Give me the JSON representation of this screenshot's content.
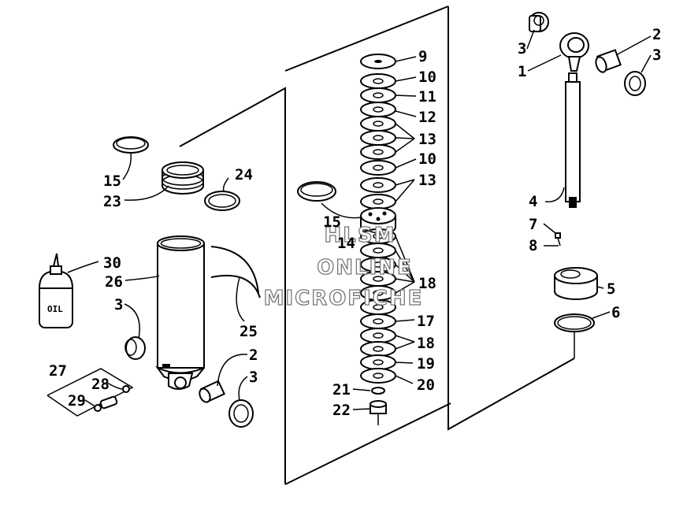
{
  "callouts": {
    "c9": "9",
    "c10a": "10",
    "c11": "11",
    "c12": "12",
    "c13a": "13",
    "c10b": "10",
    "c13b": "13",
    "c15m": "15",
    "c14": "14",
    "c18": "18",
    "c17": "17",
    "c18b": "18",
    "c19": "19",
    "c20": "20",
    "c21": "21",
    "c22": "22",
    "c15l": "15",
    "c23": "23",
    "c24": "24",
    "c30": "30",
    "c26": "26",
    "c3l": "3",
    "c25": "25",
    "c2l": "2",
    "c3l2": "3",
    "c27": "27",
    "c28": "28",
    "c29": "29",
    "c3r": "3",
    "c1": "1",
    "c2r": "2",
    "c3r2": "3",
    "c4": "4",
    "c7": "7",
    "c8": "8",
    "c5": "5",
    "c6": "6"
  },
  "bottle_label": "OIL",
  "watermark": [
    "HLSM",
    "ONLINE",
    "MICROFICHE"
  ]
}
